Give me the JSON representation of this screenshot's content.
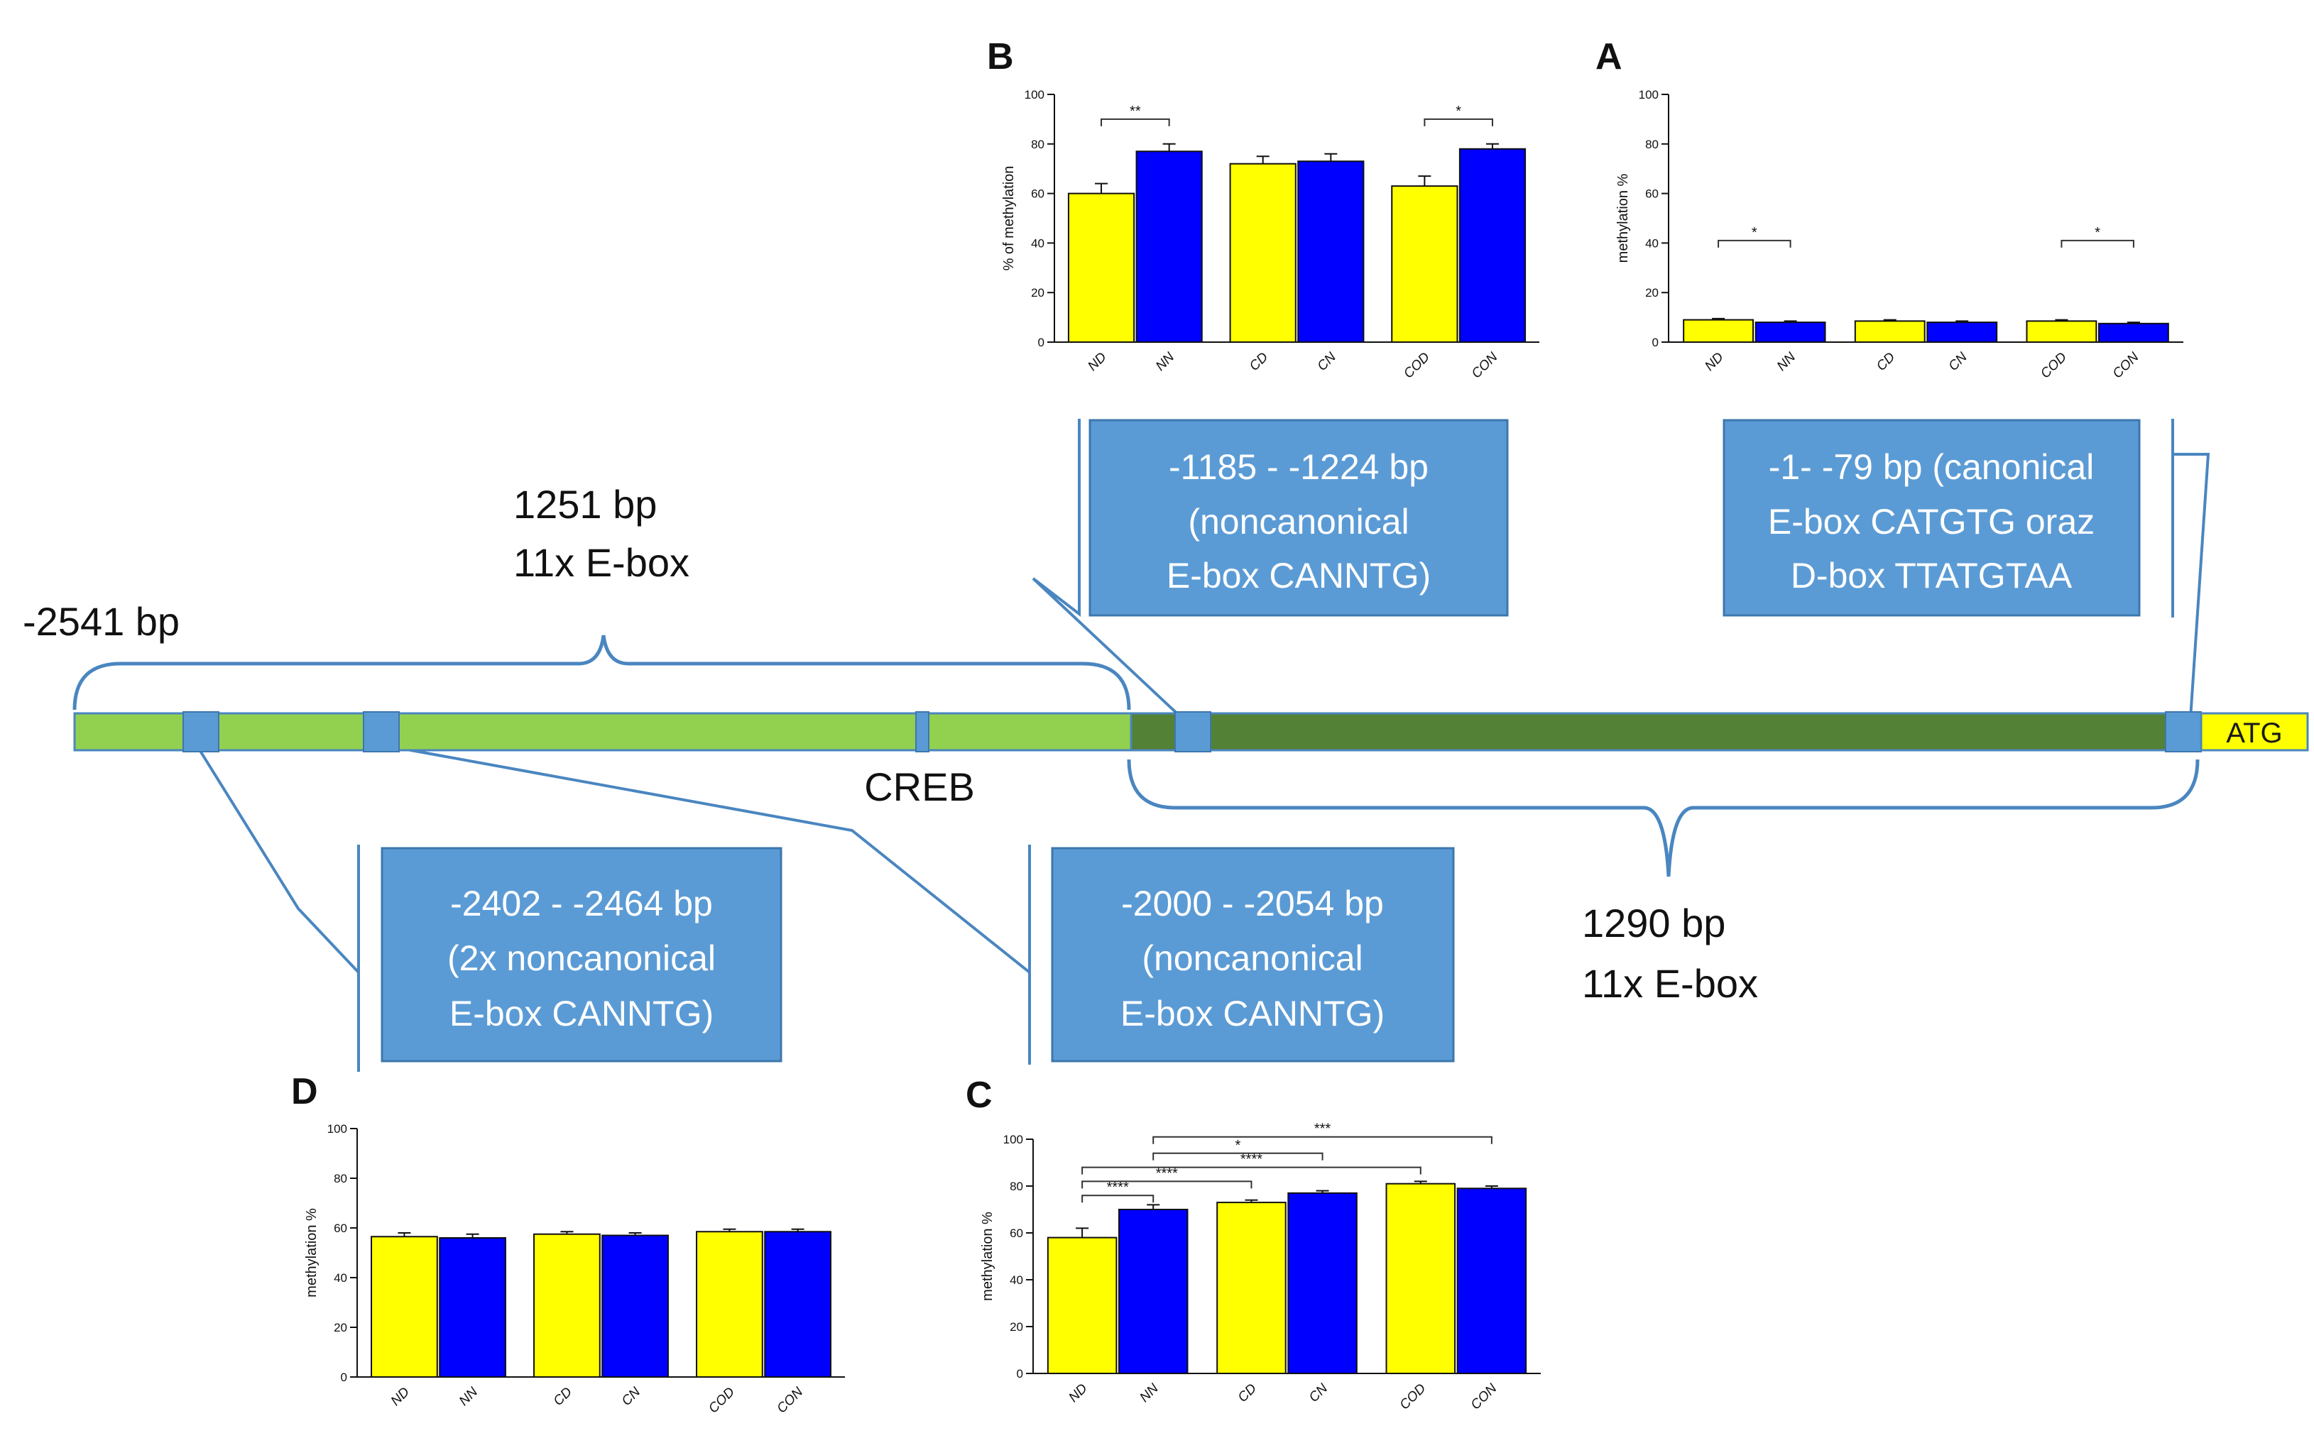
{
  "colors": {
    "light_green": "#92d050",
    "dark_green": "#538135",
    "ebox_blue": "#5b9bd5",
    "bar_yellow": "#ffff00",
    "bar_blue": "#0000ff",
    "atg_yellow": "#ffff00"
  },
  "diagram": {
    "start_label": "-2541 bp",
    "upstream_label": [
      "1251 bp",
      "11x E-box"
    ],
    "downstream_label": [
      "1290 bp",
      "11x E-box"
    ],
    "creb_label": "CREB",
    "atg_label": "ATG",
    "boxes": {
      "B": [
        "-1185 - -1224 bp",
        "(noncanonical",
        "E-box CANNTG)"
      ],
      "A": [
        "-1- -79 bp (canonical",
        "E-box CATGTG oraz",
        "D-box TTATGTAA"
      ],
      "D": [
        "-2402 - -2464 bp",
        "(2x noncanonical",
        "E-box CANNTG)"
      ],
      "C": [
        "-2000 - -2054 bp",
        "(noncanonical",
        "E-box CANNTG)"
      ]
    }
  },
  "chart_data": [
    {
      "panel": "B",
      "type": "bar",
      "categories": [
        "ND",
        "NN",
        "CD",
        "CN",
        "COD",
        "CON"
      ],
      "values": [
        60,
        77,
        72,
        73,
        63,
        78
      ],
      "errors": [
        4,
        3,
        3,
        3,
        4,
        2
      ],
      "ylabel": "% of methylation",
      "ylim": [
        0,
        100
      ],
      "yticks": [
        0,
        20,
        40,
        60,
        80,
        100
      ],
      "significance": [
        {
          "from": 0,
          "to": 1,
          "y": 90,
          "label": "**"
        },
        {
          "from": 4,
          "to": 5,
          "y": 90,
          "label": "*"
        }
      ]
    },
    {
      "panel": "A",
      "type": "bar",
      "categories": [
        "ND",
        "NN",
        "CD",
        "CN",
        "COD",
        "CON"
      ],
      "values": [
        9,
        8,
        8.5,
        8,
        8.5,
        7.5
      ],
      "errors": [
        0.5,
        0.5,
        0.5,
        0.5,
        0.5,
        0.5
      ],
      "ylabel": "methylation %",
      "ylim": [
        0,
        100
      ],
      "yticks": [
        0,
        20,
        40,
        60,
        80,
        100
      ],
      "significance": [
        {
          "from": 0,
          "to": 1,
          "y": 41,
          "label": "*"
        },
        {
          "from": 4,
          "to": 5,
          "y": 41,
          "label": "*"
        }
      ]
    },
    {
      "panel": "D",
      "type": "bar",
      "categories": [
        "ND",
        "NN",
        "CD",
        "CN",
        "COD",
        "CON"
      ],
      "values": [
        56.5,
        56,
        57.5,
        57,
        58.5,
        58.5
      ],
      "errors": [
        1.5,
        1.5,
        1,
        1,
        1,
        1
      ],
      "ylabel": "methylation %",
      "ylim": [
        0,
        100
      ],
      "yticks": [
        0,
        20,
        40,
        60,
        80,
        100
      ],
      "significance": []
    },
    {
      "panel": "C",
      "type": "bar",
      "categories": [
        "ND",
        "NN",
        "CD",
        "CN",
        "COD",
        "CON"
      ],
      "values": [
        58,
        70,
        73,
        77,
        81,
        79
      ],
      "errors": [
        4,
        2,
        1,
        1,
        1,
        1
      ],
      "ylabel": "methylation %",
      "ylim": [
        0,
        100
      ],
      "yticks": [
        0,
        20,
        40,
        60,
        80,
        100
      ],
      "significance": [
        {
          "from": 1,
          "to": 5,
          "y": 101,
          "label": "***"
        },
        {
          "from": 1,
          "to": 3,
          "y": 94,
          "label": "*"
        },
        {
          "from": 0,
          "to": 4,
          "y": 88,
          "label": "****"
        },
        {
          "from": 0,
          "to": 2,
          "y": 82,
          "label": "****"
        },
        {
          "from": 0,
          "to": 1,
          "y": 76,
          "label": "****"
        }
      ]
    }
  ]
}
